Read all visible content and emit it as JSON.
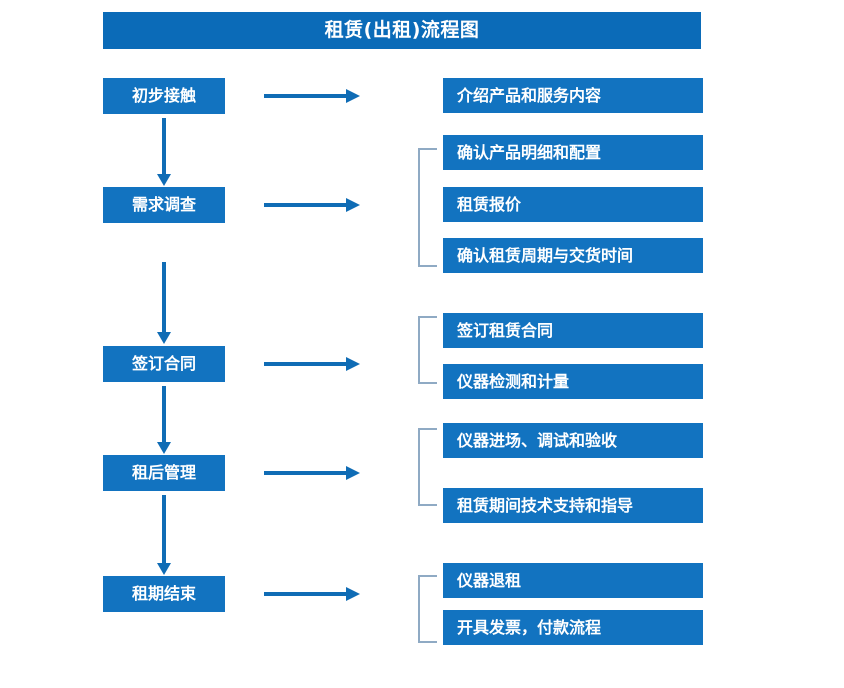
{
  "chart": {
    "type": "flowchart",
    "title": "租赁(出租)流程图",
    "orientation": "vertical-stages-with-horizontal-details",
    "colors": {
      "title_bar": "#0B6BB8",
      "box_fill": "#1273C0",
      "box_text": "#FFFFFF",
      "arrow": "#0F6CB5",
      "bracket": "#8FAAC4",
      "background": "#FFFFFF"
    }
  },
  "stages": [
    {
      "id": "stage-1",
      "label": "初步接触"
    },
    {
      "id": "stage-2",
      "label": "需求调查"
    },
    {
      "id": "stage-3",
      "label": "签订合同"
    },
    {
      "id": "stage-4",
      "label": "租后管理"
    },
    {
      "id": "stage-5",
      "label": "租期结束"
    }
  ],
  "details": [
    {
      "id": "detail-1-1",
      "stage": "初步接触",
      "label": "介绍产品和服务内容"
    },
    {
      "id": "detail-2-1",
      "stage": "需求调查",
      "label": "确认产品明细和配置"
    },
    {
      "id": "detail-2-2",
      "stage": "需求调查",
      "label": "租赁报价"
    },
    {
      "id": "detail-2-3",
      "stage": "需求调查",
      "label": "确认租赁周期与交货时间"
    },
    {
      "id": "detail-3-1",
      "stage": "签订合同",
      "label": "签订租赁合同"
    },
    {
      "id": "detail-3-2",
      "stage": "签订合同",
      "label": "仪器检测和计量"
    },
    {
      "id": "detail-4-1",
      "stage": "租后管理",
      "label": "仪器进场、调试和验收"
    },
    {
      "id": "detail-4-2",
      "stage": "租后管理",
      "label": "租赁期间技术支持和指导"
    },
    {
      "id": "detail-5-1",
      "stage": "租期结束",
      "label": "仪器退租"
    },
    {
      "id": "detail-5-2",
      "stage": "租期结束",
      "label": "开具发票，付款流程"
    }
  ],
  "groups": [
    {
      "id": "group-2",
      "stage": "需求调查",
      "members": [
        "确认产品明细和配置",
        "租赁报价",
        "确认租赁周期与交货时间"
      ]
    },
    {
      "id": "group-3",
      "stage": "签订合同",
      "members": [
        "签订租赁合同",
        "仪器检测和计量"
      ]
    },
    {
      "id": "group-4",
      "stage": "租后管理",
      "members": [
        "仪器进场、调试和验收",
        "租赁期间技术支持和指导"
      ]
    },
    {
      "id": "group-5",
      "stage": "租期结束",
      "members": [
        "仪器退租",
        "开具发票，付款流程"
      ]
    }
  ],
  "flow_arrows": {
    "vertical_sequence": [
      "初步接触",
      "需求调查",
      "签订合同",
      "租后管理",
      "租期结束"
    ],
    "horizontal_count": 5
  }
}
